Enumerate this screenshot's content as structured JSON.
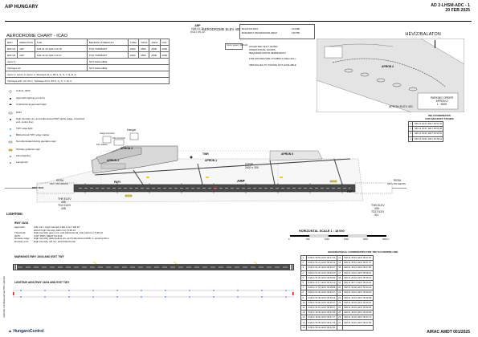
{
  "header": {
    "left": "AIP HUNGARY",
    "right_line1": "AD 2-LHSM-ADC - 1",
    "right_line2": "20 FEB 2025"
  },
  "chart_title": "AERODROME CHART - ICAO",
  "arp_box": {
    "label": "ARP",
    "lat": "N46 41 11",
    "lon": "E017 09 23",
    "elev": "AERODROME ELEV 408"
  },
  "freq_box": {
    "line1": "BALATON INFO",
    "val1": "134.580",
    "line2": "BUDAPEST INFORMATION WEST",
    "val2": "125.550"
  },
  "coord_note": "Coord. system: WGS-84",
  "notes_center": [
    "ACCEPTED ONLY AFTER",
    "OPERATIONAL HOURS",
    "REQUIRES PRIOR PERMISSION",
    "FOR MANOEUVRE (SYMBOLS SEE LEG.)",
    "OBSTACLES TO TAXIING NOT AVAILABLE"
  ],
  "heviz_title": "HÉVÍZ/BALATON",
  "rwy_table": {
    "headers": [
      "RWY",
      "DIRECTION",
      "THR",
      "BEARING STRENGTH",
      "TORA",
      "TODA",
      "ASDA",
      "LDA"
    ],
    "rows": [
      [
        "RWY16",
        "160°",
        "N46 41 34, E017 09 18",
        "PCN 70/R/B/W/T",
        "2500",
        "2500",
        "2500",
        "2500"
      ],
      [
        "RWY34",
        "340°",
        "N46 40 32, E017 09 47",
        "PCN 70/R/B/W/T",
        "2500",
        "2500",
        "2500",
        "2500"
      ]
    ],
    "apron_rows": [
      [
        "Apron 1",
        "",
        "",
        "NOT AVAILABLE"
      ],
      [
        "Taxiways A2",
        "",
        "",
        "NOT AVAILABLE"
      ],
      [
        "Apron 1, Apron 2, Apron 4, Taxiways A1-2, B1-3, G, S, Y, Q, E, G",
        "",
        "",
        ""
      ],
      [
        "Taxiways with: A3, Z3 m, Taxiways K1-6, B7-5, G, S, Y, 12 m",
        "",
        "",
        ""
      ]
    ]
  },
  "legend": [
    "Unlimit. 4000",
    "Approach lighting proximity",
    "Unidirectional approach light",
    "PAPI",
    "High intensity uni- and bidirectional RWY lights (edge, threshold, end, centre line)",
    "TWY edge light",
    "Bidirectional TWY edge marker",
    "Non-illuminated during operation sign",
    "Taxiway guidance sign",
    "Flood lighting",
    "Lampposts"
  ],
  "lighting": {
    "title": "LIGHTING",
    "subtitle": "RWY 16/34",
    "rows": [
      [
        "Approach:",
        "LIAL cat I, High intensity LED cl.on THR 16"
      ],
      [
        "",
        "HIALS high intensity LED cl.on THR 34"
      ],
      [
        "Threshold:",
        "High intensity green uni- and bidirectional, side barrel on THR 16"
      ],
      [
        "PAPI:",
        "3.00° PAPI, MEHT 54 ft/16"
      ],
      [
        "Runway edge:",
        "High intensity white/yellow uni- and bidirectional 2000 m, spacing 60 m"
      ],
      [
        "Runway end:",
        "High intensity red uni- and bidirectional"
      ]
    ]
  },
  "markings_title": "MARKINGS RWY 16/34 AND EXIT TWY",
  "lighting_aids_title": "LIGHTING AIDS RWY 16/34 AND EXIT TWY",
  "horizontal_scale": "HORIZONTAL SCALE   1 : 18 000",
  "scale_ticks": [
    "0",
    "500",
    "1000",
    "1500",
    "2000",
    "2500 m"
  ],
  "inset": {
    "apron2": "APRON 2",
    "apron_elev": "APRON ELEV 401",
    "parking_order": [
      "PARKING ORDER",
      "APRON 2",
      "1 : 5000"
    ]
  },
  "ins_coords": {
    "title": [
      "INS COORDINATES",
      "FOR AIRCRAFT STANDS"
    ],
    "rows": [
      [
        "1",
        "N46 41 30.34, E017 08 51.78"
      ],
      [
        "2",
        "N46 41 30.57, E017 08 53.08"
      ],
      [
        "3",
        "N46 41 45.83, E017 09 53.62"
      ],
      [
        "4",
        "N46 41 43.82, E017 09 39.61"
      ]
    ]
  },
  "geo_coords": {
    "title": "GEOGRAPHICAL COORDINATES FOR TWY K3 CENTRE LINE",
    "rows": [
      [
        "1",
        "N46 41 50.52, E017 08 27.09",
        "14",
        "N46 41 45.53, E017 08 27.81"
      ],
      [
        "2",
        "N46 41 51.21, E017 08 28.13",
        "15",
        "N46 41 45.53, E017 08 27.97"
      ],
      [
        "3",
        "N46 41 51.20, E017 08 29.07",
        "16",
        "N46 41 45.43, E017 08 27.80"
      ],
      [
        "4",
        "N46 41 51.20, E017 08 29.60",
        "17",
        "N46 41 46.42, E017 08 28.01"
      ],
      [
        "5",
        "N46 41 51.20, E017 08 29.82",
        "18",
        "N46 41 46.40, E017 08 28.15"
      ],
      [
        "6",
        "N46 41 47.17, E017 09 29.10",
        "19",
        "N46 41 46.71, E017 09 20.20"
      ],
      [
        "7",
        "N46 41 47.10, E017 09 28.88",
        "20",
        "N46 41 46.48, E017 09 30.41"
      ],
      [
        "8",
        "N46 41 51.30, E017 08 29.07",
        "21",
        "N46 41 46.42, E017 09 30.52"
      ],
      [
        "9",
        "N46 41 51.00, E017 08 29.14",
        "22",
        "N46 41 46.23, E017 09 30.58"
      ],
      [
        "10",
        "N46 41 50.90, E017 08 26.97",
        "23",
        "N46 41 46.32, E017 09 30.61"
      ],
      [
        "11",
        "N46 41 51.15, E017 08 28.07",
        "24",
        "N46 41 46.25, E017 09 30.66"
      ],
      [
        "12",
        "N46 41 43.39, E017 08 27.89",
        "25",
        "N46 41 46.26, E017 09 30.69"
      ],
      [
        "13",
        "N46 41 46.66, E017 08 27.27",
        "26",
        "N46 41 46.30, E017 09 30.72"
      ],
      [
        "14",
        "N46 41 50.35, E017 08 27.34",
        "27",
        "N46 41 44.40, E017 08 27.83"
      ],
      [
        "15",
        "N46 41 50.42, E017 08 27.81",
        "",
        ""
      ]
    ]
  },
  "airport_labels": {
    "rwy": "RWY 16/34",
    "strip": "STRIP",
    "strip_dim": "2620 x 300",
    "resa_left": "RESA",
    "resa_left_dim": "240 x 150  GRASS",
    "resa_right": "RESA",
    "resa_right_dim": "240 x 150  GRASS",
    "thr_left": "THR ELEV",
    "thr_left_val": "408",
    "tdz_left": "TDZ ELEV",
    "tdz_left_val": "408",
    "thr_right": "THR ELEV",
    "thr_right_val": "406",
    "tdz_right": "TDZ ELEV",
    "tdz_right_val": "411",
    "arp": "ARP",
    "papi": "PAPI",
    "apron4": "APRON 4",
    "apron1": "APRON 1",
    "apron3": "APRON 3",
    "apron5": "APRON 5",
    "twr": "TWR",
    "hangar": "Hangar",
    "cargo": "Cargo terminal",
    "fire": "Fire station",
    "pax": "Pax terminal"
  },
  "side_note": "CHANGE: Intro/Removal new TWY collection",
  "footer": {
    "left": "HungaroControl",
    "right": "AIRAC AMDT 001/2025"
  }
}
